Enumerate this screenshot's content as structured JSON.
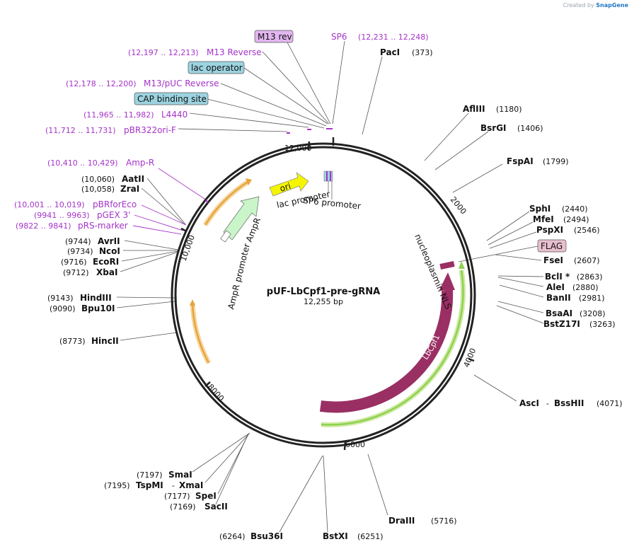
{
  "credit": {
    "prefix": "Created by",
    "brand": "SnapGene"
  },
  "plasmid": {
    "name": "pUF-LbCpf1-pre-gRNA",
    "length_label": "12,255 bp"
  },
  "ticks": [
    "2000",
    "4000",
    "6000",
    "8000",
    "10,000",
    "12,000"
  ],
  "enzymes": [
    {
      "name": "PacI",
      "pos": "(373)"
    },
    {
      "name": "AflIII",
      "pos": "(1180)"
    },
    {
      "name": "BsrGI",
      "pos": "(1406)"
    },
    {
      "name": "FspAI",
      "pos": "(1799)"
    },
    {
      "name": "SphI",
      "pos": "(2440)"
    },
    {
      "name": "MfeI",
      "pos": "(2494)"
    },
    {
      "name": "PspXI",
      "pos": "(2546)"
    },
    {
      "name": "FseI",
      "pos": "(2607)"
    },
    {
      "name": "BclI *",
      "pos": "(2863)"
    },
    {
      "name": "AleI",
      "pos": "(2880)"
    },
    {
      "name": "BanII",
      "pos": "(2981)"
    },
    {
      "name": "BsaAI",
      "pos": "(3208)"
    },
    {
      "name": "BstZ17I",
      "pos": "(3263)"
    },
    {
      "name": "AscI",
      "sep": "-",
      "name2": "BssHII",
      "pos": "(4071)"
    },
    {
      "name": "DraIII",
      "pos": "(5716)"
    },
    {
      "name": "BstXI",
      "pos": "(6251)"
    },
    {
      "name": "Bsu36I",
      "pos": "(6264)"
    },
    {
      "name": "SacII",
      "pos": "(7169)"
    },
    {
      "name": "SpeI",
      "pos": "(7177)"
    },
    {
      "name": "TspMI",
      "sep": "-",
      "name2": "XmaI",
      "pos": "(7195)"
    },
    {
      "name": "SmaI",
      "pos": "(7197)"
    },
    {
      "name": "HincII",
      "pos": "(8773)"
    },
    {
      "name": "Bpu10I",
      "pos": "(9090)"
    },
    {
      "name": "HindIII",
      "pos": "(9143)"
    },
    {
      "name": "XbaI",
      "pos": "(9712)"
    },
    {
      "name": "EcoRI",
      "pos": "(9716)"
    },
    {
      "name": "NcoI",
      "pos": "(9734)"
    },
    {
      "name": "AvrII",
      "pos": "(9744)"
    },
    {
      "name": "ZraI",
      "pos": "(10,058)"
    },
    {
      "name": "AatII",
      "pos": "(10,060)"
    }
  ],
  "primers": [
    {
      "name": "M13 rev",
      "boxed": true
    },
    {
      "name": "SP6",
      "pos": "(12,231 .. 12,248)"
    },
    {
      "name": "M13 Reverse",
      "pos": "(12,197 .. 12,213)"
    },
    {
      "name": "M13/pUC Reverse",
      "pos": "(12,178 .. 12,200)"
    },
    {
      "name": "L4440",
      "pos": "(11,965 .. 11,982)"
    },
    {
      "name": "pBR322ori-F",
      "pos": "(11,712 .. 11,731)"
    },
    {
      "name": "Amp-R",
      "pos": "(10,410 .. 10,429)"
    },
    {
      "name": "pBRforEco",
      "pos": "(10,001 .. 10,019)"
    },
    {
      "name": "pGEX 3'",
      "pos": "(9941 .. 9963)"
    },
    {
      "name": "pRS-marker",
      "pos": "(9822 .. 9841)"
    }
  ],
  "boxed_features": [
    {
      "name": "lac operator",
      "color": "#9cd3e0"
    },
    {
      "name": "CAP binding site",
      "color": "#9cd3e0"
    },
    {
      "name": "FLAG",
      "color": "#e8bfcf"
    }
  ],
  "features": {
    "lbcpf1": "LbCpf1",
    "nls": "nucleoplasmin NLS",
    "ori": "ori",
    "ampr": "AmpR",
    "ampr_promoter": "AmpR promoter",
    "lac_promoter": "lac promoter",
    "sp6_promoter": "SP6 promoter"
  },
  "colors": {
    "lbcpf1": "#9a2f64",
    "ori": "#f5f500",
    "ampr": "#c9f5c9",
    "orf": "#e8a43a",
    "green_orf": "#8fd14f",
    "primer": "#a533c9"
  }
}
